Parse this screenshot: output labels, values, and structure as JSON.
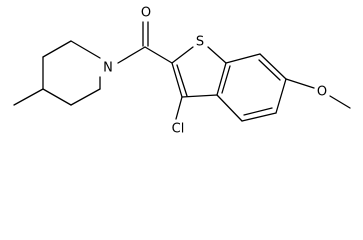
{
  "molecule": {
    "atoms": {
      "oxygen_carbonyl": "O",
      "nitrogen": "N",
      "sulfur": "S",
      "chlorine": "Cl",
      "oxygen_methoxy": "O"
    }
  }
}
